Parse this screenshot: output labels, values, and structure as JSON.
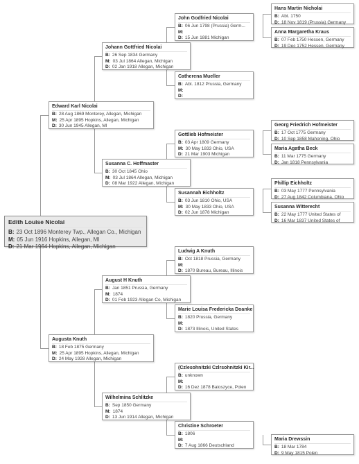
{
  "labels": {
    "birth": "B:",
    "marriage": "M:",
    "death": "D:"
  },
  "people": [
    {
      "id": "p1",
      "name": "Edith Louise Nicolai",
      "b": "23 Oct 1896 Monterey Twp., Allegan Co., Michigan",
      "m": "05 Jun 1916 Hopkins, Allegan, MI",
      "d": "21 Mar 1964 Hopkins, Allegan, Michigan"
    },
    {
      "id": "p2",
      "name": "Edward Karl Nicolai",
      "b": "28 Aug 1869 Monterey, Allegan, Michigan",
      "m": "25 Apr 1895 Hopkins, Allegan, Michigan",
      "d": "30 Jun 1945 Allegan, MI"
    },
    {
      "id": "p3",
      "name": "Augusta Knuth",
      "b": "18 Feb 1875 Germany",
      "m": "25 Apr 1895 Hopkins, Allegan, Michigan",
      "d": "24 May 1928 Allegan, Michigan"
    },
    {
      "id": "p4",
      "name": "Johann Gottfried Nicolai",
      "b": "26 Sep 1834 Germany",
      "m": "03 Jul 1864 Allegan, Michigan",
      "d": "02 Jan 1918 Allegan, Michigan"
    },
    {
      "id": "p5",
      "name": "Susanna C. Hoffmaster",
      "b": "30 Oct 1845 Ohio",
      "m": "03 Jul 1864 Allegan, Michigan",
      "d": "08 Mar 1922 Allegan, Michigan"
    },
    {
      "id": "p6",
      "name": "August H Knuth",
      "b": "Jan 1851 Prussia, Germany",
      "m": "1874",
      "d": "01 Feb 1923 Allegan Co, Michigan"
    },
    {
      "id": "p7",
      "name": "Wilhelmina Schlitzke",
      "b": "Sep 1850 Germany",
      "m": "1874",
      "d": "13 Jun 1914 Allegan, Michigan"
    },
    {
      "id": "p8",
      "name": "John Godfried Nicolai",
      "b": "06 Jun 1798 (Prussia) Germ...",
      "m": "",
      "d": "15 Jun 1881 Michigan"
    },
    {
      "id": "p9",
      "name": "Catherena Mueller",
      "b": "Abt. 1812 Prussia, Germany",
      "m": "",
      "d": ""
    },
    {
      "id": "p10",
      "name": "Gottlieb Hofmeister",
      "b": "03 Apr 1809 Germany",
      "m": "30 May 1833 Ohio, USA",
      "d": "21 Mar 1903 Michigan"
    },
    {
      "id": "p11",
      "name": "Susannah Eichholtz",
      "b": "03 Jun 1810 Ohio, USA",
      "m": "30 May 1833 Ohio, USA",
      "d": "02 Jun 1878 Michigan"
    },
    {
      "id": "p12",
      "name": "Ludwig A Knuth",
      "b": "Oct 1818 Prussia, Germany",
      "m": "",
      "d": "1870 Bureau, Bureau, Illinois"
    },
    {
      "id": "p13",
      "name": "Marie Louisa Fredericka Doanke",
      "b": "1820 Prussia, Germany",
      "m": "",
      "d": "1873 Illinois, United States"
    },
    {
      "id": "p14",
      "name": "(Czlesohnitzki Czlrsohnitzki Kir...",
      "b": "unknown",
      "m": "",
      "d": "16 Dez 1878 Baloszyce, Polen"
    },
    {
      "id": "p15",
      "name": "Christine Schroeter",
      "b": "1806",
      "m": "",
      "d": "7 Aug 1866 Deutschland"
    },
    {
      "id": "p16",
      "name": "Hans Martin Nicholai",
      "b": "Abt. 1750",
      "d": "18 Nov 1819 (Prussia) Germany"
    },
    {
      "id": "p17",
      "name": "Anna Margaretha Kraus",
      "b": "07 Feb 1750 Hessen, Germany",
      "d": "19 Dec 1752 Hessen, Germany"
    },
    {
      "id": "p18",
      "name": "Georg Friedrich Hofmeister",
      "b": "17 Oct 1775 Germany",
      "d": "10 Sep 1858 Mahoning, Ohio"
    },
    {
      "id": "p19",
      "name": "Maria Agatha Beck",
      "b": "11 Mar 1775 Germany",
      "d": "Jan 1818 Pennsylvania"
    },
    {
      "id": "p20",
      "name": "Phillip Eichholtz",
      "b": "03 May 1777 Pennsylvania",
      "d": "27 Aug 1842 Columbiana, Ohio"
    },
    {
      "id": "p21",
      "name": "Susanna Witterecht",
      "b": "22 May 1777 United States of",
      "d": "16 Mar 1837 United States of"
    },
    {
      "id": "p22",
      "name": "Maria Drewssin",
      "b": "18 Mar 1784",
      "d": "9 May 1815 Polen"
    }
  ]
}
